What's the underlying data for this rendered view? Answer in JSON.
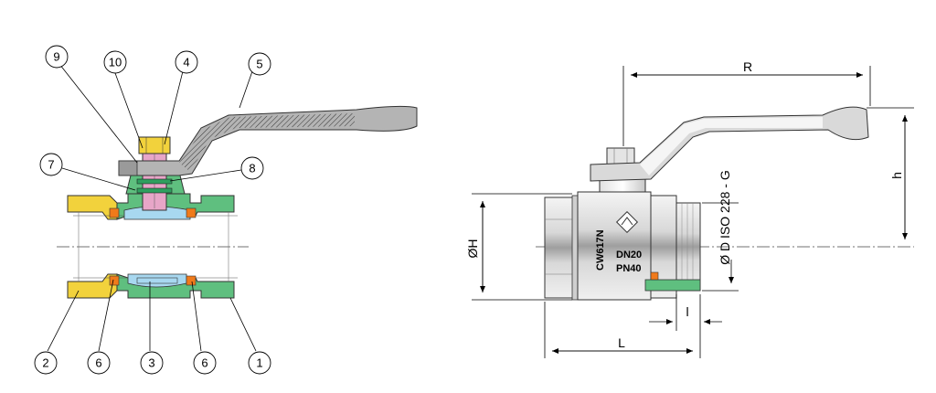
{
  "callouts": {
    "c1": "1",
    "c2": "2",
    "c3": "3",
    "c4": "4",
    "c5": "5",
    "c6a": "6",
    "c6b": "6",
    "c7": "7",
    "c8": "8",
    "c9": "9",
    "c10": "10"
  },
  "dimensions": {
    "R": "R",
    "h": "h",
    "H": "ØH",
    "D": "Ø D ISO 228 - G",
    "L": "L",
    "l": "l"
  },
  "body_markings": {
    "material": "CW617N",
    "size": "DN20",
    "pressure": "PN40"
  },
  "colors": {
    "body_green": "#5fbf7f",
    "brass_yellow": "#f2d23c",
    "seat_orange": "#f07a1a",
    "stem_pink": "#e7a6c8",
    "ball_blue": "#a8d8f0",
    "handle_grey": "#b4b4b4"
  }
}
